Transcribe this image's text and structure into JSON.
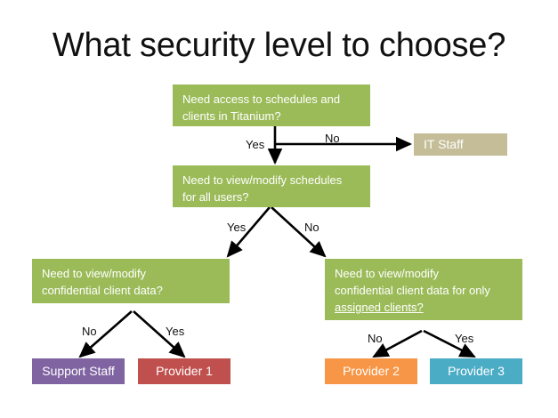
{
  "slide": {
    "title": "What security level to choose?",
    "background_color": "#FFFFFF"
  },
  "colors": {
    "decision_green": "#9BBB59",
    "it_staff_tan": "#C4BD97",
    "support_staff_purple": "#8064A2",
    "provider1_red": "#C0504D",
    "provider2_orange": "#F79646",
    "provider3_blue": "#4BACC6",
    "connector_black": "#000000",
    "text_white": "#FFFFFF",
    "text_black": "#111111"
  },
  "nodes": {
    "decision1": {
      "id": "need-access-titanium",
      "text": "Need access to schedules and\nclients in Titanium?",
      "shape": "rectangle",
      "color": "#9BBB59"
    },
    "decision2": {
      "id": "view-modify-all-users",
      "text": "Need to view/modify schedules\nfor all users?",
      "shape": "rectangle",
      "color": "#9BBB59"
    },
    "decision3_left": {
      "id": "confidential-client-data",
      "text": "Need to view/modify\nconfidential client data?",
      "shape": "rectangle",
      "color": "#9BBB59"
    },
    "decision3_right": {
      "id": "confidential-assigned-clients",
      "line1": "Need to view/modify",
      "line2": "confidential client data for only",
      "line3_underlined": "assigned clients?",
      "shape": "rectangle",
      "color": "#9BBB59"
    },
    "result_it_staff": {
      "id": "it-staff",
      "text": "IT Staff",
      "color": "#C4BD97"
    },
    "result_support_staff": {
      "id": "support-staff",
      "text": "Support Staff",
      "color": "#8064A2"
    },
    "result_provider1": {
      "id": "provider-1",
      "text": "Provider 1",
      "color": "#C0504D"
    },
    "result_provider2": {
      "id": "provider-2",
      "text": "Provider 2",
      "color": "#F79646"
    },
    "result_provider3": {
      "id": "provider-3",
      "text": "Provider 3",
      "color": "#4BACC6"
    }
  },
  "edge_labels": {
    "d1_yes": "Yes",
    "d1_no": "No",
    "d2_yes": "Yes",
    "d2_no": "No",
    "d3l_no": "No",
    "d3l_yes": "Yes",
    "d3r_no": "No",
    "d3r_yes": "Yes"
  },
  "flow": [
    {
      "from": "decision1",
      "label": "Yes",
      "to": "decision2"
    },
    {
      "from": "decision1",
      "label": "No",
      "to": "result_it_staff"
    },
    {
      "from": "decision2",
      "label": "Yes",
      "to": "decision3_left"
    },
    {
      "from": "decision2",
      "label": "No",
      "to": "decision3_right"
    },
    {
      "from": "decision3_left",
      "label": "No",
      "to": "result_support_staff"
    },
    {
      "from": "decision3_left",
      "label": "Yes",
      "to": "result_provider1"
    },
    {
      "from": "decision3_right",
      "label": "No",
      "to": "result_provider2"
    },
    {
      "from": "decision3_right",
      "label": "Yes",
      "to": "result_provider3"
    }
  ]
}
